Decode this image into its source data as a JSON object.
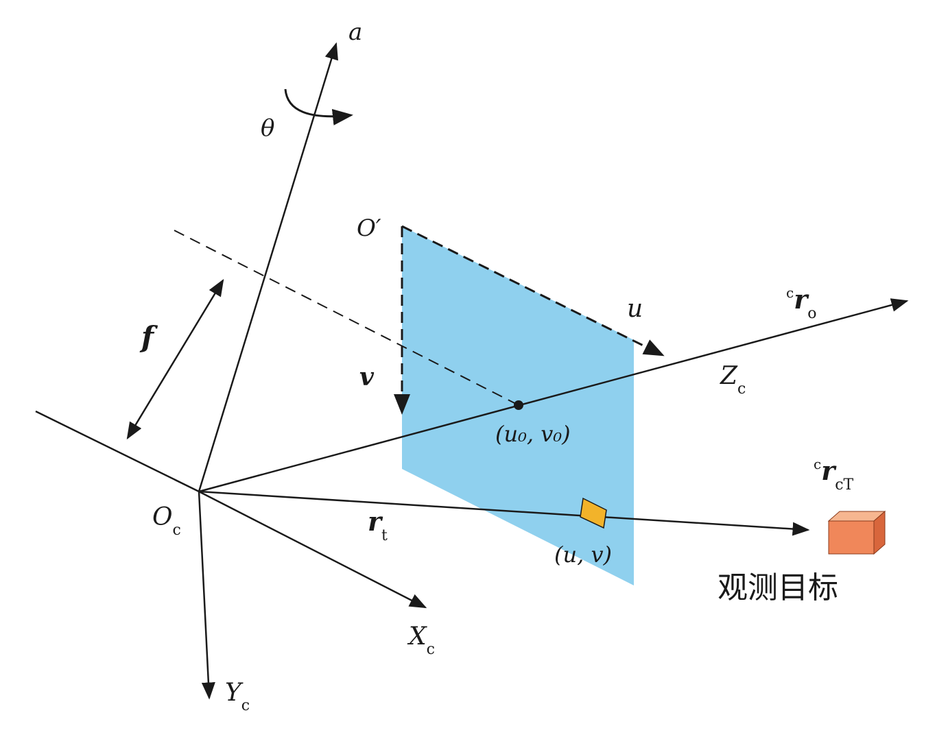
{
  "colors": {
    "line": "#1a1a1a",
    "image_plane": "#8fd0ee",
    "pixel_marker": "#f2b32a",
    "target_front": "#f0875a",
    "target_top": "#f6b690",
    "target_side": "#d8663c"
  },
  "labels": {
    "axis_a": "a",
    "theta": "θ",
    "focal_length": "f",
    "image_origin": "O′",
    "u_axis": "u",
    "v_axis": "v",
    "principal_point": "(u₀, v₀)",
    "pixel_point": "(u, v)",
    "zc_main": "Z",
    "zc_sub": "c",
    "ro_pre": "c",
    "ro_main": "r",
    "ro_sub": "o",
    "rct_pre": "c",
    "rct_main": "r",
    "rct_sub": "cT",
    "rt_main": "r",
    "rt_sub": "t",
    "oc_main": "O",
    "oc_sub": "c",
    "xc_main": "X",
    "xc_sub": "c",
    "yc_main": "Y",
    "yc_sub": "c",
    "target_caption": "观测目标"
  }
}
